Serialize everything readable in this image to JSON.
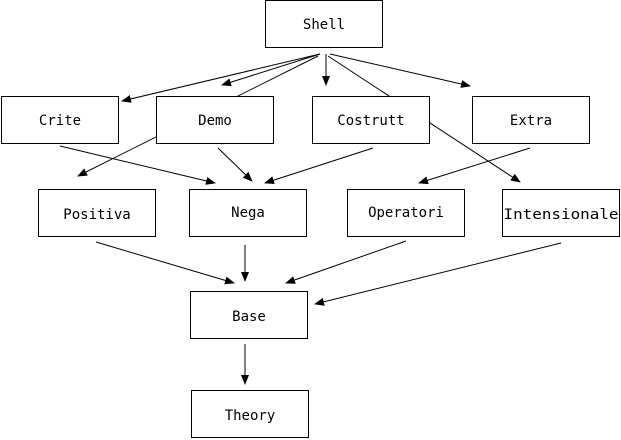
{
  "diagram": {
    "nodes": {
      "shell": "Shell",
      "crite": "Crite",
      "demo": "Demo",
      "costrutt": "Costrutt",
      "extra": "Extra",
      "positiva": "Positiva",
      "nega": "Nega",
      "operatori": "Operatori",
      "intensionale": "Intensionale",
      "base": "Base",
      "theory": "Theory"
    }
  }
}
